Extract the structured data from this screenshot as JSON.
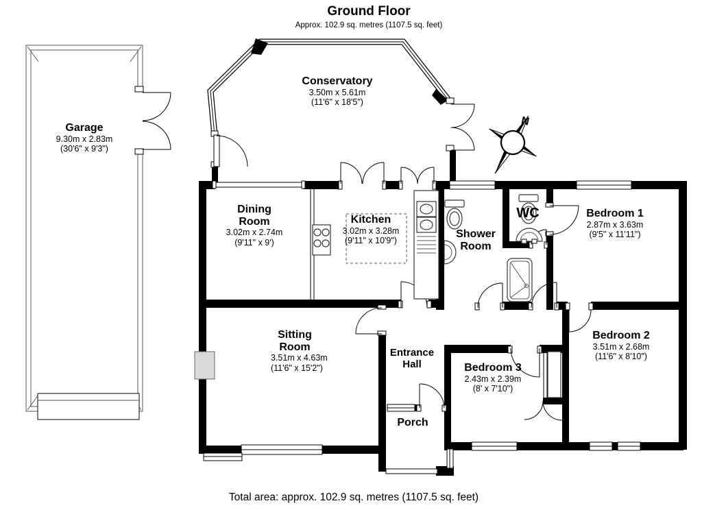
{
  "header": {
    "title": "Ground Floor",
    "subtitle": "Approx. 102.9 sq. metres (1107.5 sq. feet)"
  },
  "footer": {
    "total_area": "Total area: approx. 102.9 sq. metres (1107.5 sq. feet)"
  },
  "compass": {
    "north_label": "N"
  },
  "rooms": {
    "garage": {
      "name": "Garage",
      "metric": "9.30m x 2.83m",
      "imperial": "(30'6\" x 9'3\")"
    },
    "conservatory": {
      "name": "Conservatory",
      "metric": "3.50m x 5.61m",
      "imperial": "(11'6\" x 18'5\")"
    },
    "dining_room": {
      "name": "Dining Room",
      "metric": "3.02m x 2.74m",
      "imperial": "(9'11\" x 9')"
    },
    "kitchen": {
      "name": "Kitchen",
      "metric": "3.02m x 3.28m",
      "imperial": "(9'11\" x 10'9\")"
    },
    "shower_room": {
      "name": "Shower Room"
    },
    "wc": {
      "name": "WC"
    },
    "bedroom1": {
      "name": "Bedroom 1",
      "metric": "2.87m x 3.63m",
      "imperial": "(9'5\" x 11'11\")"
    },
    "sitting_room": {
      "name": "Sitting Room",
      "metric": "3.51m x 4.63m",
      "imperial": "(11'6\" x 15'2\")"
    },
    "entrance_hall": {
      "name": "Entrance Hall"
    },
    "bedroom3": {
      "name": "Bedroom 3",
      "metric": "2.43m x 2.39m",
      "imperial": "(8' x 7'10\")"
    },
    "bedroom2": {
      "name": "Bedroom 2",
      "metric": "3.51m x 2.68m",
      "imperial": "(11'6\" x 8'10\")"
    },
    "porch": {
      "name": "Porch"
    }
  },
  "colors": {
    "wall": "#000000",
    "background": "#ffffff",
    "fireplace": "#d9d9d9"
  },
  "fixtures": [
    "toilet",
    "wash-basin",
    "kitchen-sink",
    "hob",
    "shower-cubicle",
    "wardrobe",
    "fireplace",
    "compass-rose"
  ]
}
